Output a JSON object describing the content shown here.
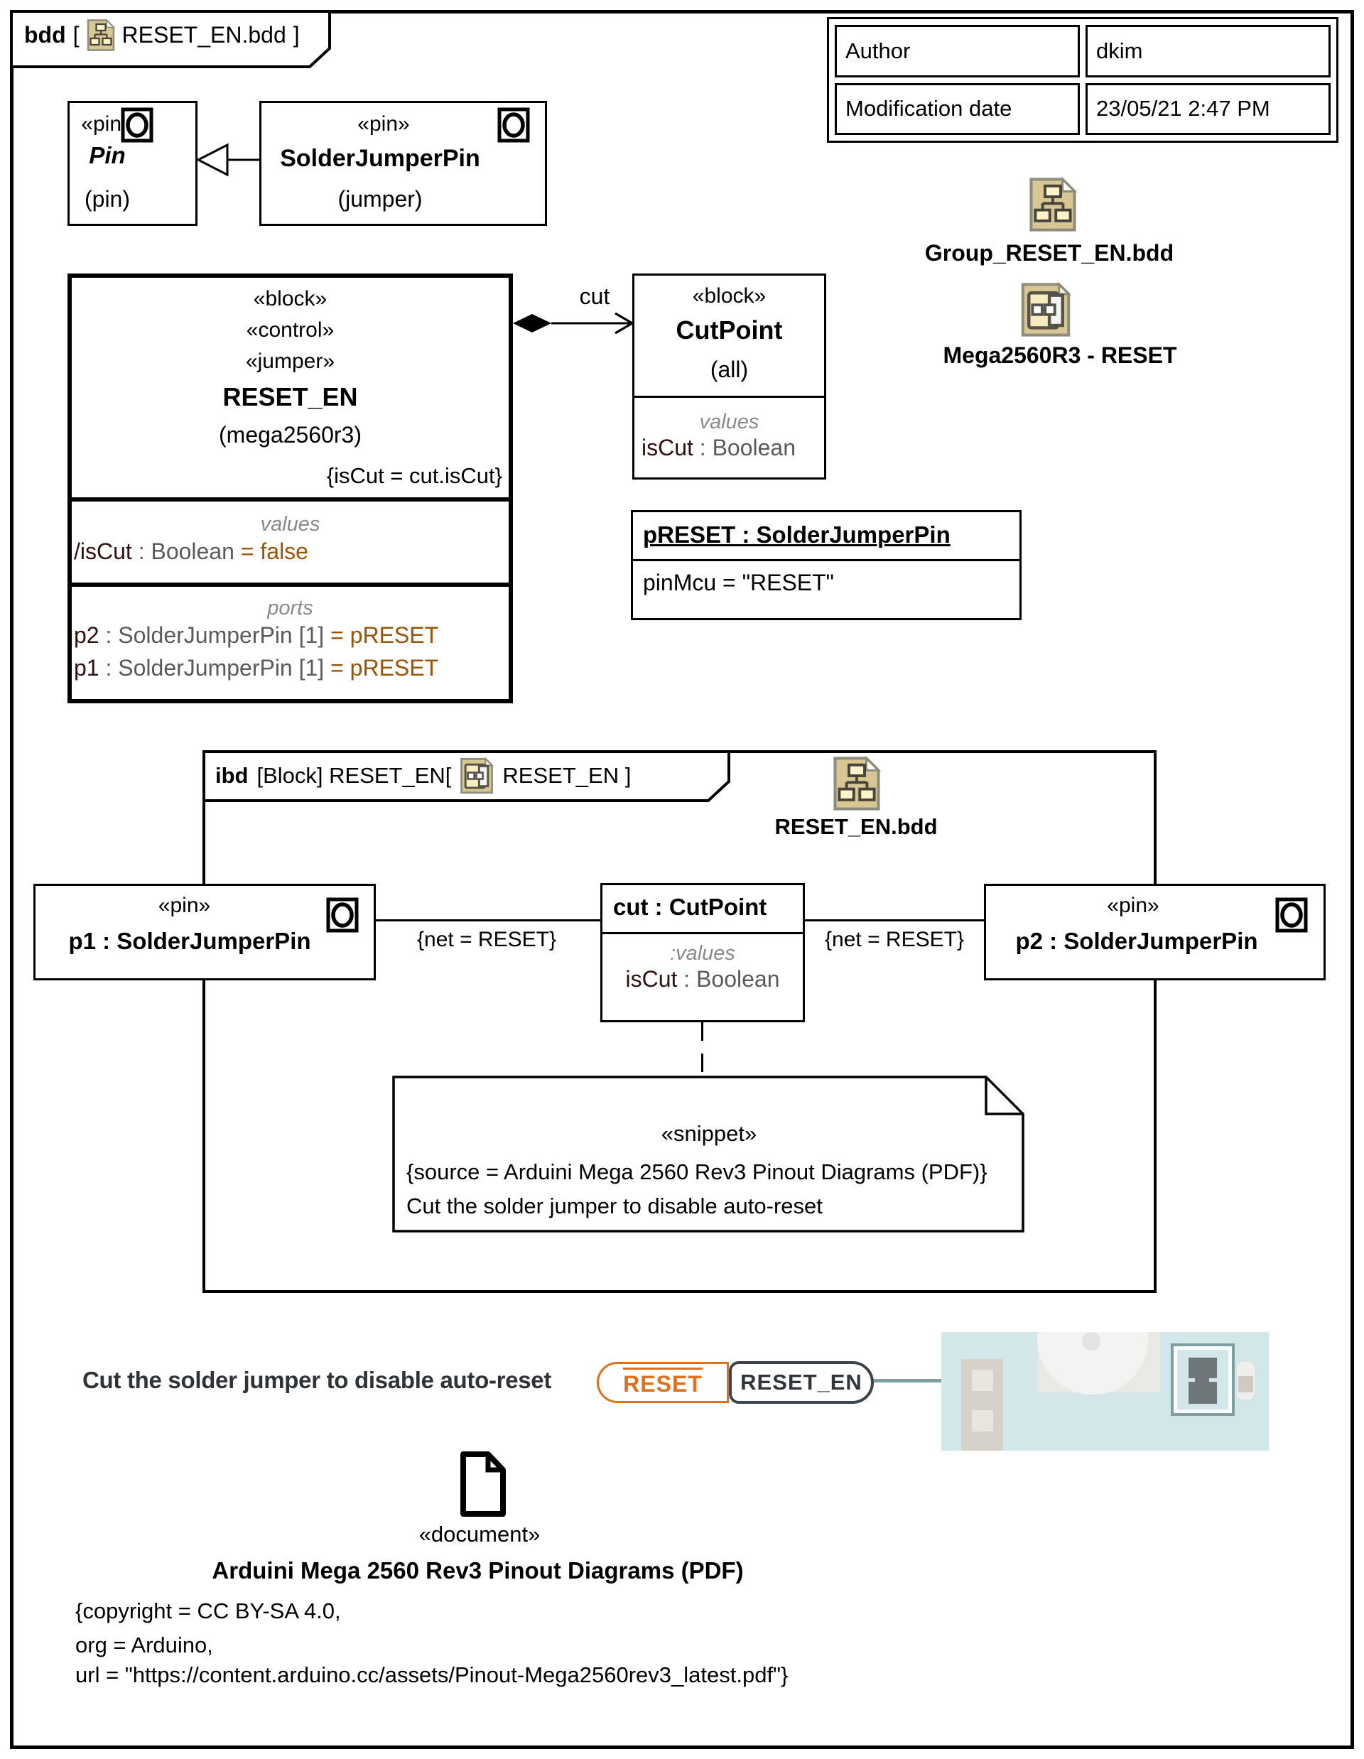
{
  "bdd_frame": {
    "tab_kind": "bdd",
    "tab_open": "[",
    "tab_file": "RESET_EN.bdd",
    "tab_close": "]"
  },
  "info_table": {
    "author_label": "Author",
    "author_value": "dkim",
    "mod_label": "Modification date",
    "mod_value": "23/05/21 2:47 PM"
  },
  "artifacts": {
    "group_bdd_label": "Group_RESET_EN.bdd",
    "mega_reset_label": "Mega2560R3 - RESET",
    "inner_bdd_label": "RESET_EN.bdd"
  },
  "pin_block": {
    "stereotype": "«pin»",
    "name": "Pin",
    "alias": "(pin)"
  },
  "jumper_block": {
    "stereotype": "«pin»",
    "name": "SolderJumperPin",
    "alias": "(jumper)"
  },
  "reset_en_block": {
    "st1": "«block»",
    "st2": "«control»",
    "st3": "«jumper»",
    "name": "RESET_EN",
    "alias": "(mega2560r3)",
    "constraint": "{isCut = cut.isCut}",
    "values_label": "values",
    "value_name": "/isCut",
    "value_type": " : Boolean ",
    "value_default": "= false",
    "ports_label": "ports",
    "port1_name": "p2",
    "port1_type": " : SolderJumperPin [1] ",
    "port1_default": "= pRESET",
    "port2_name": "p1",
    "port2_type": " : SolderJumperPin [1] ",
    "port2_default": "= pRESET"
  },
  "cut_association": {
    "label": "cut"
  },
  "cutpoint_block": {
    "st": "«block»",
    "name": "CutPoint",
    "alias": "(all)",
    "values_label": "values",
    "value_name": "isCut",
    "value_type": " : Boolean"
  },
  "preset_instance": {
    "title": "pRESET : SolderJumperPin",
    "slot": "pinMcu = \"RESET\""
  },
  "ibd_frame": {
    "tab_kind": "ibd",
    "tab_mid": "[Block] RESET_EN[",
    "tab_tail": "RESET_EN ]",
    "p1": {
      "stereotype": "«pin»",
      "name": "p1 : SolderJumperPin"
    },
    "p2": {
      "stereotype": "«pin»",
      "name": "p2 : SolderJumperPin"
    },
    "cut_part": {
      "name": "cut : CutPoint",
      "values_label": ":values",
      "value_name": "isCut",
      "value_type": " : Boolean"
    },
    "net_label_left": "{net = RESET}",
    "net_label_right": "{net = RESET}",
    "snippet": {
      "stereotype": "«snippet»",
      "source_line": "{source = Arduini Mega 2560 Rev3 Pinout Diagrams (PDF)}",
      "text_line": "Cut the solder jumper to disable auto-reset"
    }
  },
  "callout": {
    "note": "Cut the solder jumper to disable auto-reset",
    "pill_reset": "RESET",
    "pill_reset_en": "RESET_EN"
  },
  "document_block": {
    "stereotype": "«document»",
    "title": "Arduini Mega 2560 Rev3 Pinout Diagrams (PDF)",
    "copyright_line": "{copyright = CC BY-SA 4.0,",
    "org_line": "org = Arduino,",
    "url_line": "url = \"https://content.arduino.cc/assets/Pinout-Mega2560rev3_latest.pdf\"}"
  },
  "colors": {
    "accent_orange": "#e0701c",
    "value_brown": "#9a5408",
    "type_gray": "#5a5a5a",
    "label_gray": "#8a8a8a",
    "icon_tan": "#d8c693",
    "pcb_blue": "#d3e6ea",
    "teal_line": "#7f9fa3"
  }
}
